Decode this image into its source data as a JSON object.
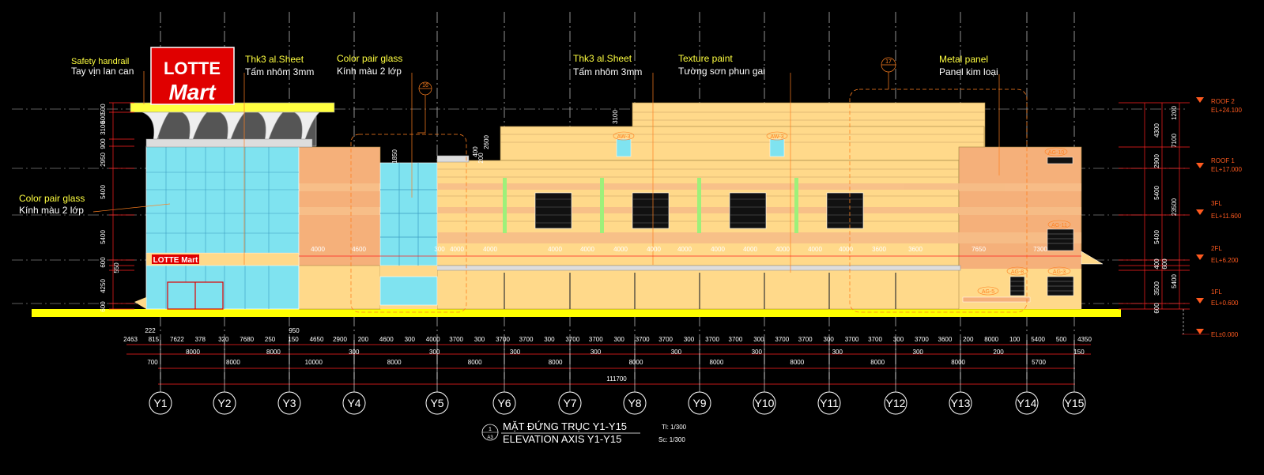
{
  "annotations": {
    "safety_handrail_en": "Safety handrail",
    "safety_handrail_vi": "Tay vịn lan can",
    "thk3_1_en": "Thk3 al.Sheet",
    "thk3_1_vi": "Tấm nhôm 3mm",
    "color_glass_1_en": "Color pair glass",
    "color_glass_1_vi": "Kính màu 2 lớp",
    "thk3_2_en": "Thk3 al.Sheet",
    "thk3_2_vi": "Tấm nhôm 3mm",
    "texture_paint_en": "Texture paint",
    "texture_paint_vi": "Tường sơn phun gai",
    "metal_panel_en": "Metal panel",
    "metal_panel_vi": "Panel kim loại",
    "color_glass_2_en": "Color pair glass",
    "color_glass_2_vi": "Kính màu 2 lớp"
  },
  "signage": {
    "lotte": "LOTTE",
    "mart": "Mart",
    "small_sign": "LOTTE Mart"
  },
  "callouts": [
    "16",
    "17",
    "AW-3",
    "AW-3",
    "AG-10",
    "AG-11",
    "AG-3",
    "AG-8",
    "AG-5"
  ],
  "levels": [
    {
      "name": "ROOF 2",
      "el": "EL+24.100"
    },
    {
      "name": "ROOF 1",
      "el": "EL+17.000"
    },
    {
      "name": "3FL",
      "el": "EL+11.600"
    },
    {
      "name": "2FL",
      "el": "EL+6.200"
    },
    {
      "name": "1FL",
      "el": "EL+0.600"
    },
    {
      "name": "",
      "el": "EL±0.000"
    }
  ],
  "right_dims": [
    "1200",
    "4300",
    "7100",
    "2900",
    "5400",
    "23500",
    "5400",
    "400",
    "600",
    "5400",
    "3500",
    "600"
  ],
  "left_dims": [
    "500",
    "600",
    "3100",
    "900",
    "2950",
    "5400",
    "5400",
    "600",
    "550",
    "4250",
    "600"
  ],
  "inner_dims": [
    "3100",
    "1850",
    "400",
    "2600",
    "200"
  ],
  "span_labels": [
    "4000",
    "4600",
    "300",
    "4000",
    "4000",
    "4000",
    "4000",
    "4000",
    "4000",
    "4000",
    "4000",
    "4000",
    "4000",
    "4000",
    "4000",
    "3600",
    "7650",
    "7300"
  ],
  "dim_row1": [
    "2463",
    "815",
    "7622",
    "378",
    "320",
    "7680",
    "250",
    "150",
    "4650",
    "2900",
    "200",
    "4600",
    "300",
    "4000",
    "3700",
    "300",
    "3700",
    "3700",
    "300",
    "3700",
    "3700",
    "300",
    "3700",
    "3700",
    "300",
    "3700",
    "3700",
    "300",
    "3700",
    "3700",
    "300",
    "3700",
    "3700",
    "300",
    "3700",
    "3600",
    "200",
    "8000",
    "100",
    "5400",
    "500",
    "4350"
  ],
  "dim_row1_top": [
    "222",
    "950"
  ],
  "dim_row2": [
    "700",
    "8000",
    "8000",
    "8000",
    "10000",
    "300",
    "8000",
    "300",
    "8000",
    "300",
    "8000",
    "300",
    "8000",
    "300",
    "8000",
    "300",
    "8000",
    "300",
    "8000",
    "300",
    "8000",
    "200",
    "5700",
    "150"
  ],
  "total": "111700",
  "axes": [
    "Y1",
    "Y2",
    "Y3",
    "Y4",
    "Y5",
    "Y6",
    "Y7",
    "Y8",
    "Y9",
    "Y10",
    "Y11",
    "Y12",
    "Y13",
    "Y14",
    "Y15"
  ],
  "title": {
    "number": "1",
    "sheet": "A3",
    "vi": "MẶT ĐỨNG TRỤC Y1-Y15",
    "en": "ELEVATION AXIS Y1-Y15",
    "scale_vi": "Tl: 1/300",
    "scale_en": "Sc: 1/300"
  },
  "colors": {
    "background": "#000000",
    "wall": "#ffd98a",
    "wall_band": "#f5b07a",
    "glass": "#7fe3f0",
    "ground": "#ffff00",
    "dim_red": "#ff2020",
    "label_yellow": "#ffff40",
    "label_white": "#ffffff",
    "leader_orange": "#ff8020",
    "sign_red": "#e00000"
  }
}
